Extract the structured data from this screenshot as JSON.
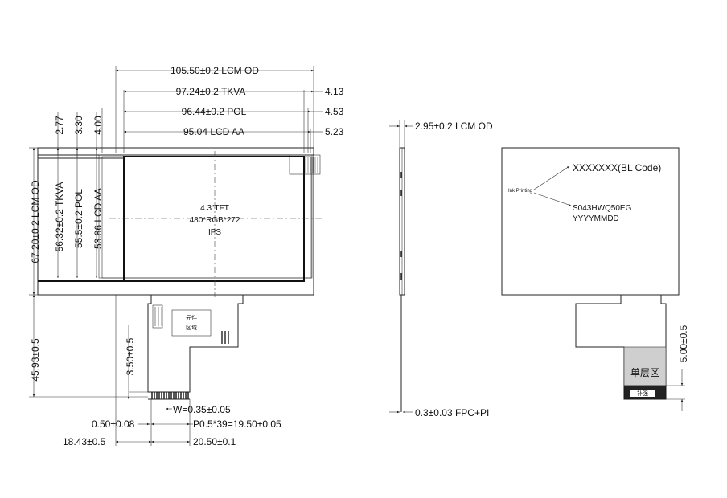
{
  "front_view": {
    "dim_lcm_od_width": "105.50±0.2 LCM OD",
    "dim_tkva_width": "97.24±0.2 TKVA",
    "dim_pol_width": "96.44±0.2 POL",
    "dim_lcd_aa_width": "95.04 LCD AA",
    "dim_right_1": "4.13",
    "dim_right_2": "4.53",
    "dim_right_3": "5.23",
    "dim_top_1": "2.77",
    "dim_top_2": "3.30",
    "dim_top_3": "4.00",
    "dim_lcm_od_height": "67.20±0.2 LCM OD",
    "dim_tkva_height": "56.32±0.2 TKVA",
    "dim_pol_height": "55.5±0.2 POL",
    "dim_lcd_aa_height": "53.86 LCD AA",
    "dim_tail_height": "45.93±0.5",
    "dim_stiffener": "3.50±0.5",
    "dim_pin_width": "W=0.35±0.05",
    "dim_pitch": "P0.5*39=19.50±0.05",
    "dim_offset": "0.50±0.08",
    "dim_left_offset": "18.43±0.5",
    "dim_fpc_width": "20.50±0.1",
    "panel_line1": "4.3\"TFT",
    "panel_line2": "480*RGB*272",
    "panel_line3": "IPS",
    "component_area_line1": "元件",
    "component_area_line2": "区域"
  },
  "side_view": {
    "dim_thickness": "2.95±0.2 LCM OD",
    "dim_fpc_thickness": "0.3±0.03 FPC+PI"
  },
  "back_view": {
    "bl_code": "XXXXXXX(BL Code)",
    "ink_printing": "Ink Printing",
    "model": "S043HWQ50EG",
    "date_code": "YYYYMMDD",
    "single_layer_area": "单层区",
    "stiffener_label": "补强",
    "dim_stiffener": "5.00±0.5"
  }
}
